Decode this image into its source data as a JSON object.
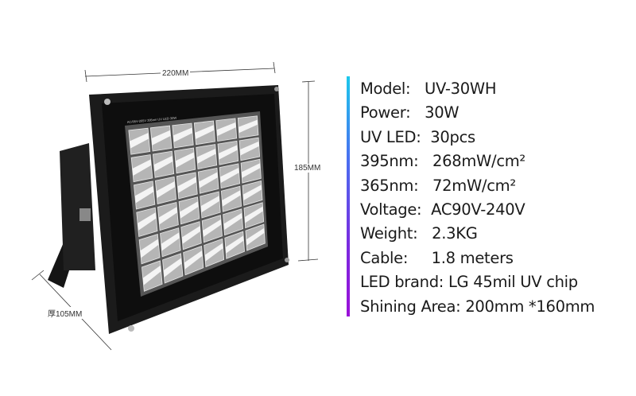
{
  "dimensions": {
    "width": "220MM",
    "height": "185MM",
    "depth": "厚105MM"
  },
  "lamp_label": "AC/85V-265V 395nm UV LED 30W",
  "led_grid": {
    "rows": 6,
    "cols": 6
  },
  "specs": [
    {
      "label": "Model:",
      "value": "UV-30WH"
    },
    {
      "label": "Power:",
      "value": "30W"
    },
    {
      "label": "UV LED:",
      "value": "30pcs"
    },
    {
      "label": "395nm:",
      "value": "268mW/cm²"
    },
    {
      "label": "365nm:",
      "value": "72mW/cm²"
    },
    {
      "label": "Voltage:",
      "value": "AC90V-240V"
    },
    {
      "label": "Weight:",
      "value": "2.3KG"
    },
    {
      "label": "Cable:",
      "value": "1.8 meters"
    },
    {
      "label": "LED brand:",
      "value": "LG 45mil UV chip"
    },
    {
      "label": "Shining Area:",
      "value": "200mm *160mm"
    }
  ],
  "colors": {
    "accent_top": "#1cc8ec",
    "accent_bottom": "#9b10d8",
    "housing": "#1a1a1a"
  }
}
